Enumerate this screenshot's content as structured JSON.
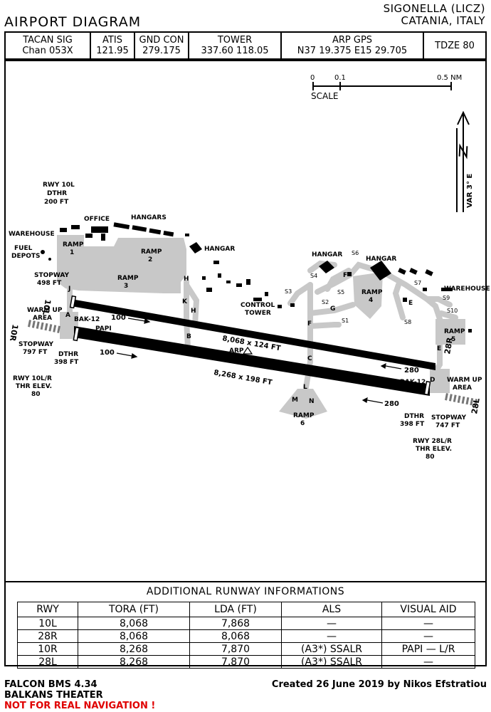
{
  "header": {
    "title": "AIRPORT DIAGRAM",
    "location_line1": "SIGONELLA (LICZ)",
    "location_line2": "CATANIA, ITALY"
  },
  "frequencies": [
    {
      "label": "TACAN SIG",
      "value": "Chan 053X"
    },
    {
      "label": "ATIS",
      "value": "121.95"
    },
    {
      "label": "GND CON",
      "value": "279.175"
    },
    {
      "label": "TOWER",
      "value": "337.60 118.05"
    },
    {
      "label": "ARP GPS",
      "value": "N37 19.375 E15 29.705"
    },
    {
      "label": "TDZE 80",
      "value": ""
    }
  ],
  "diagram": {
    "scale": {
      "zero": "0",
      "tick1": "0.1",
      "tick2": "0.5 NM",
      "label": "SCALE"
    },
    "north": {
      "var_label": "VAR 3° E"
    },
    "labels": {
      "rwy10l_dthr": "RWY 10L",
      "rwy10l_dthr2": "DTHR",
      "rwy10l_dthr3": "200 FT",
      "office": "OFFICE",
      "hangars": "HANGARS",
      "warehouse_w": "WAREHOUSE",
      "fuel1": "FUEL",
      "fuel2": "DEPOTS",
      "ramp1a": "RAMP",
      "ramp1b": "1",
      "ramp2a": "RAMP",
      "ramp2b": "2",
      "ramp3a": "RAMP",
      "ramp3b": "3",
      "hangar_c": "HANGAR",
      "stopway_w1": "STOPWAY",
      "stopway_w2": "498 FT",
      "warmup_w1": "WARM UP",
      "warmup_w2": "AREA",
      "bak12_w": "BAK-12",
      "papi": "PAPI",
      "stopway_w3": "STOPWAY",
      "stopway_w4": "797 FT",
      "dthr_w1": "DTHR",
      "dthr_w2": "398 FT",
      "thr_w1": "RWY 10L/R",
      "thr_w2": "THR ELEV.",
      "thr_w3": "80",
      "hdg100a": "100",
      "hdg100b": "100",
      "dim_10l": "8,068 x 124 FT",
      "dim_10r": "8,268 x 198 FT",
      "arp": "ARP",
      "control1": "CONTROL",
      "control2": "TOWER",
      "hangar_e1": "HANGAR",
      "hangar_e2": "HANGAR",
      "ramp4a": "RAMP",
      "ramp4b": "4",
      "ramp5a": "RAMP",
      "ramp5b": "5",
      "ramp6a": "RAMP",
      "ramp6b": "6",
      "warehouse_e": "WAREHOUSE",
      "hdg280a": "280",
      "hdg280b": "280",
      "bak12_e": "BAK-12",
      "warmup_e1": "WARM UP",
      "warmup_e2": "AREA",
      "dthr_e1": "DTHR",
      "dthr_e2": "398 FT",
      "stopway_e1": "STOPWAY",
      "stopway_e2": "747 FT",
      "thr_e1": "RWY 28L/R",
      "thr_e2": "THR ELEV.",
      "thr_e3": "80",
      "rwy10l": "10L",
      "rwy10r": "10R",
      "rwy28r": "28R",
      "rwy28l": "28L",
      "twy": {
        "A": "A",
        "B": "B",
        "C": "C",
        "D": "D",
        "E": "E",
        "F": "F",
        "G": "G",
        "H": "H",
        "J": "J",
        "K": "K",
        "L": "L",
        "M": "M",
        "N": "N",
        "E2": "E",
        "F2": "F",
        "H2": "H"
      },
      "spots": {
        "S1": "S1",
        "S2": "S2",
        "S3": "S3",
        "S4": "S4",
        "S5": "S5",
        "S6": "S6",
        "S7": "S7",
        "S8": "S8",
        "S9": "S9",
        "S10": "S10"
      }
    }
  },
  "runway_table": {
    "title": "ADDITIONAL RUNWAY INFORMATIONS",
    "headers": [
      "RWY",
      "TORA (FT)",
      "LDA (FT)",
      "ALS",
      "VISUAL AID"
    ],
    "rows": [
      [
        "10L",
        "8,068",
        "7,868",
        "—",
        "—"
      ],
      [
        "28R",
        "8,068",
        "8,068",
        "—",
        "—"
      ],
      [
        "10R",
        "8,268",
        "7,870",
        "(A3*) SSALR",
        "PAPI — L/R"
      ],
      [
        "28L",
        "8,268",
        "7,870",
        "(A3*) SSALR",
        "—"
      ]
    ]
  },
  "footer": {
    "line1": "FALCON BMS 4.34",
    "line2": "BALKANS THEATER",
    "line3": "NOT FOR REAL NAVIGATION !",
    "credit": "Created 26 June 2019 by Nikos Efstratiou",
    "warning_color": "#e00000"
  }
}
